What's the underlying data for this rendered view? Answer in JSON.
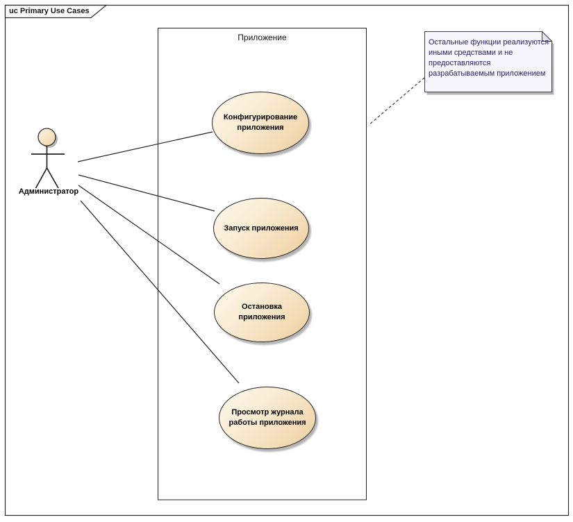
{
  "frame": {
    "title": "uc Primary Use Cases"
  },
  "boundary": {
    "label": "Приложение"
  },
  "actor": {
    "name": "Администратор"
  },
  "use_cases": [
    {
      "id": "configure-application",
      "lines": [
        "Конфигурирование",
        "приложения"
      ]
    },
    {
      "id": "start-application",
      "lines": [
        "Запуск приложения"
      ]
    },
    {
      "id": "stop-application",
      "lines": [
        "Остановка",
        "приложения"
      ]
    },
    {
      "id": "view-application-log",
      "lines": [
        "Просмотр журнала",
        "работы приложения"
      ]
    }
  ],
  "note": {
    "lines": [
      "Остальные функции реализуются",
      "иными средствами и не",
      "предоставляются",
      "разрабатываемым приложением"
    ]
  },
  "colors": {
    "ellipse_fill_light": "#fdf8ec",
    "ellipse_fill_dark": "#eecfa0",
    "ellipse_border": "#222222",
    "note_bg": "#f7f6fc",
    "note_text": "#23236b",
    "line": "#1f1f1f",
    "shadow": "#b5b5b5"
  }
}
